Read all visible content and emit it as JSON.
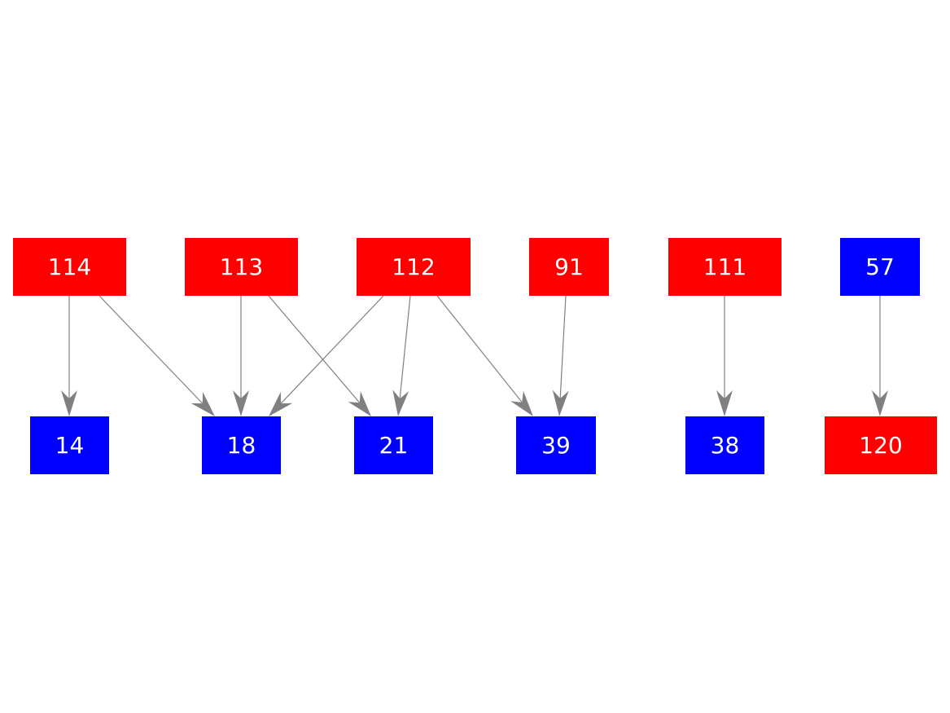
{
  "colors": {
    "red": "#ff0000",
    "blue": "#0000ff",
    "edge": "#808080",
    "label": "#ffffff",
    "background": "#ffffff"
  },
  "nodes": [
    {
      "id": "n114",
      "label": "114",
      "color": "red"
    },
    {
      "id": "n113",
      "label": "113",
      "color": "red"
    },
    {
      "id": "n112",
      "label": "112",
      "color": "red"
    },
    {
      "id": "n91",
      "label": "91",
      "color": "red"
    },
    {
      "id": "n111",
      "label": "111",
      "color": "red"
    },
    {
      "id": "n57",
      "label": "57",
      "color": "blue"
    },
    {
      "id": "n14",
      "label": "14",
      "color": "blue"
    },
    {
      "id": "n18",
      "label": "18",
      "color": "blue"
    },
    {
      "id": "n21",
      "label": "21",
      "color": "blue"
    },
    {
      "id": "n39",
      "label": "39",
      "color": "blue"
    },
    {
      "id": "n38",
      "label": "38",
      "color": "blue"
    },
    {
      "id": "n120",
      "label": "120",
      "color": "red"
    }
  ],
  "edges": [
    {
      "from": "n114",
      "to": "n14"
    },
    {
      "from": "n114",
      "to": "n18"
    },
    {
      "from": "n113",
      "to": "n18"
    },
    {
      "from": "n113",
      "to": "n21"
    },
    {
      "from": "n112",
      "to": "n18"
    },
    {
      "from": "n112",
      "to": "n21"
    },
    {
      "from": "n112",
      "to": "n39"
    },
    {
      "from": "n91",
      "to": "n39"
    },
    {
      "from": "n111",
      "to": "n38"
    },
    {
      "from": "n57",
      "to": "n120"
    }
  ]
}
